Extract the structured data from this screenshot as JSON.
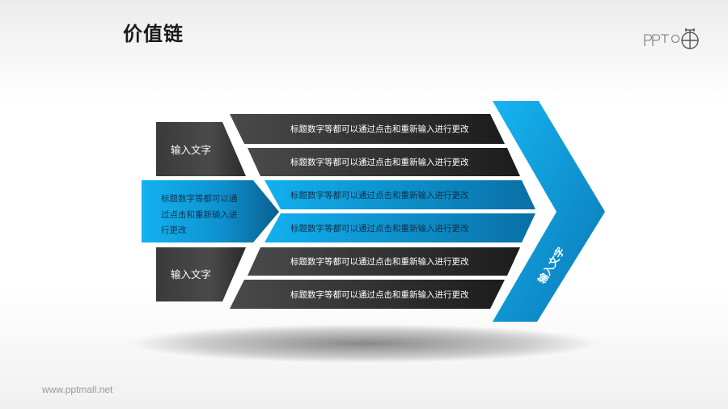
{
  "header": {
    "title": "价值链",
    "logo_text": "PPT",
    "logo_icon": "crossed-circle-icon"
  },
  "diagram": {
    "left_boxes": [
      {
        "label": "输入文字",
        "color": "#333333"
      },
      {
        "lines": [
          "标题数字等都可以通",
          "过点击和重新输入进",
          "行更改"
        ],
        "color": "#0ea2e0"
      },
      {
        "label": "输入文字",
        "color": "#333333"
      }
    ],
    "rows": [
      {
        "text": "标题数字等都可以通过点击和重新输入进行更改",
        "style": "dark"
      },
      {
        "text": "标题数字等都可以通过点击和重新输入进行更改",
        "style": "dark"
      },
      {
        "text": "标题数字等都可以通过点击和重新输入进行更改",
        "style": "blue"
      },
      {
        "text": "标题数字等都可以通过点击和重新输入进行更改",
        "style": "blue"
      },
      {
        "text": "标题数字等都可以通过点击和重新输入进行更改",
        "style": "dark"
      },
      {
        "text": "标题数字等都可以通过点击和重新输入进行更改",
        "style": "dark"
      }
    ],
    "chevron": {
      "label": "输入文字",
      "color": "#0ea2e0"
    },
    "colors": {
      "dark_start": "#4a4a4a",
      "dark_end": "#1c1c1c",
      "blue_start": "#12b0ef",
      "blue_end": "#0a6fa6"
    }
  },
  "footer": {
    "url": "www.pptmall.net"
  }
}
